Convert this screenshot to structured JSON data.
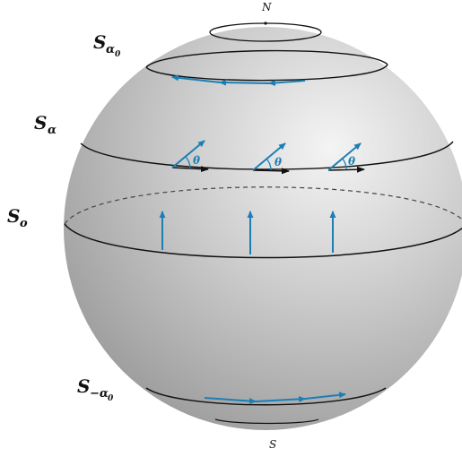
{
  "figure": {
    "poles": {
      "north": "N",
      "south": "S"
    },
    "circles": {
      "upper": {
        "main": "S",
        "sub": "α",
        "subsub": "0"
      },
      "middle": {
        "main": "S",
        "sub": "α"
      },
      "equator": {
        "main": "S",
        "sub": "o"
      },
      "lower": {
        "main": "S",
        "sub": "−α",
        "subsub": "0"
      }
    },
    "angle_symbol": "θ",
    "colors": {
      "sphere_light": "#f4f4f4",
      "sphere_mid": "#c8c8c8",
      "sphere_dark": "#9a9a9a",
      "vector": "#1b7fb5",
      "curve": "#111111"
    }
  }
}
